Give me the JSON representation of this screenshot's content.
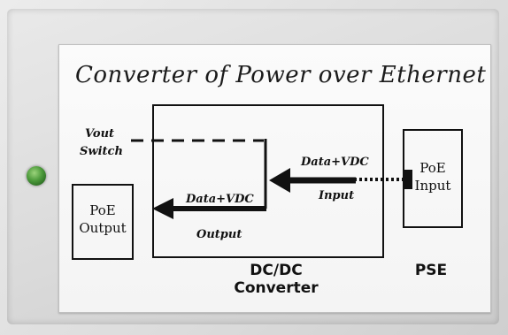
{
  "title": "Converter of Power over Ethernet",
  "labels": {
    "vout_switch_line1": "Vout",
    "vout_switch_line2": "Switch",
    "data_vdc_in": "Data+VDC",
    "input": "Input",
    "data_vdc_out": "Data+VDC",
    "output": "Output",
    "poe_output_line1": "PoE",
    "poe_output_line2": "Output",
    "poe_input_line1": "PoE",
    "poe_input_line2": "Input",
    "dcdc_line1": "DC/DC",
    "dcdc_line2": "Converter",
    "pse": "PSE"
  },
  "colors": {
    "led": "#4c9a3b",
    "ink": "#111111",
    "label_background": "#f8f8f8"
  }
}
